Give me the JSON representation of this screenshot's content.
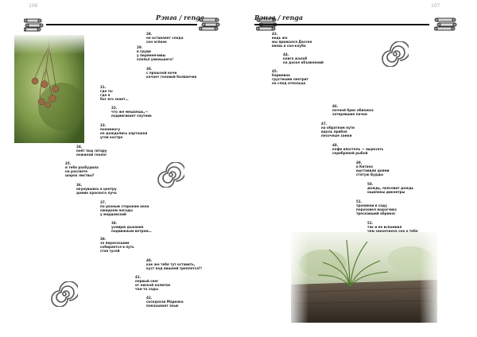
{
  "left_page": {
    "page_number": "106",
    "header": "Рэнга / renga",
    "poems": [
      {
        "num": "28.",
        "lines": [
          "не оставляет следа",
          "сон осёнок"
        ]
      },
      {
        "num": "29.",
        "lines": [
          "в груди",
          "у переменчивы",
          "хлопья уменьшего!"
        ]
      },
      {
        "num": "30.",
        "lines": [
          "с прошлой ночи",
          "качает головой болванчик"
        ]
      },
      {
        "num": "31.",
        "lines": [
          "где ты",
          "где я",
          "бог его знает…"
        ]
      },
      {
        "num": "32.",
        "lines": [
          "что же мешаешь,—",
          "подмигивает спутник"
        ]
      },
      {
        "num": "33.",
        "lines": [
          "понемногу",
          "не дождались картошки",
          "угли костра"
        ]
      },
      {
        "num": "34.",
        "lines": [
          "поёт под гитару",
          "пожилой геолог"
        ]
      },
      {
        "num": "35.",
        "lines": [
          "и тебя разбудила",
          "на рассвете",
          "шорох листвы?"
        ]
      },
      {
        "num": "36.",
        "lines": [
          "окунувшись в центру",
          "домик красного луча"
        ]
      },
      {
        "num": "37.",
        "lines": [
          "по разным сторонам окна",
          "ожидаем погоды",
          "у мордовский"
        ]
      },
      {
        "num": "38.",
        "lines": [
          "усмирю дыхание",
          "подвижным ветром…"
        ]
      },
      {
        "num": "39.",
        "lines": [
          "за пересохшим",
          "собирается в путь",
          "стая гусей"
        ]
      },
      {
        "num": "40.",
        "lines": [
          "как же тебя тут оставить,",
          "куст под вишней треплется?!"
        ]
      },
      {
        "num": "41.",
        "lines": [
          "первый снег",
          "от низкой калитки",
          "чан-то сады"
        ]
      },
      {
        "num": "42.",
        "lines": [
          "соседская Маренка",
          "показывает язык"
        ]
      }
    ]
  },
  "right_page": {
    "page_number": "107",
    "header": "Рэнга / renga",
    "poems": [
      {
        "num": "43.",
        "lines": [
          "ведь же",
          "мы прижался Дассен",
          "вновь в сон-клуба"
        ]
      },
      {
        "num": "44.",
        "lines": [
          "книга жалоб",
          "на доске объявлений"
        ]
      },
      {
        "num": "45.",
        "lines": [
          "бармевна",
          "грустными смотрит",
          "на след отпольца"
        ]
      },
      {
        "num": "46.",
        "lines": [
          "ночной бриз обиажка",
          "затерявшие пачки"
        ]
      },
      {
        "num": "47.",
        "lines": [
          "на обратном пути",
          "вдоль прибоя",
          "песочные замки"
        ]
      },
      {
        "num": "48.",
        "lines": [
          "кофе впостель — вырезать",
          "серебряной рыбой"
        ]
      },
      {
        "num": "49.",
        "lines": [
          "в Китано",
          "выставили днями",
          "статую Будды"
        ]
      },
      {
        "num": "50.",
        "lines": [
          "дождь, попсовит дождь",
          "ощипаны дикентры"
        ]
      },
      {
        "num": "51.",
        "lines": [
          "тропинки в саду",
          "порозовел водосчикс",
          "трескавший абрикос"
        ]
      },
      {
        "num": "52.",
        "lines": [
          "так и не вспомнил",
          "чем закончился сон о тебе"
        ]
      }
    ]
  }
}
